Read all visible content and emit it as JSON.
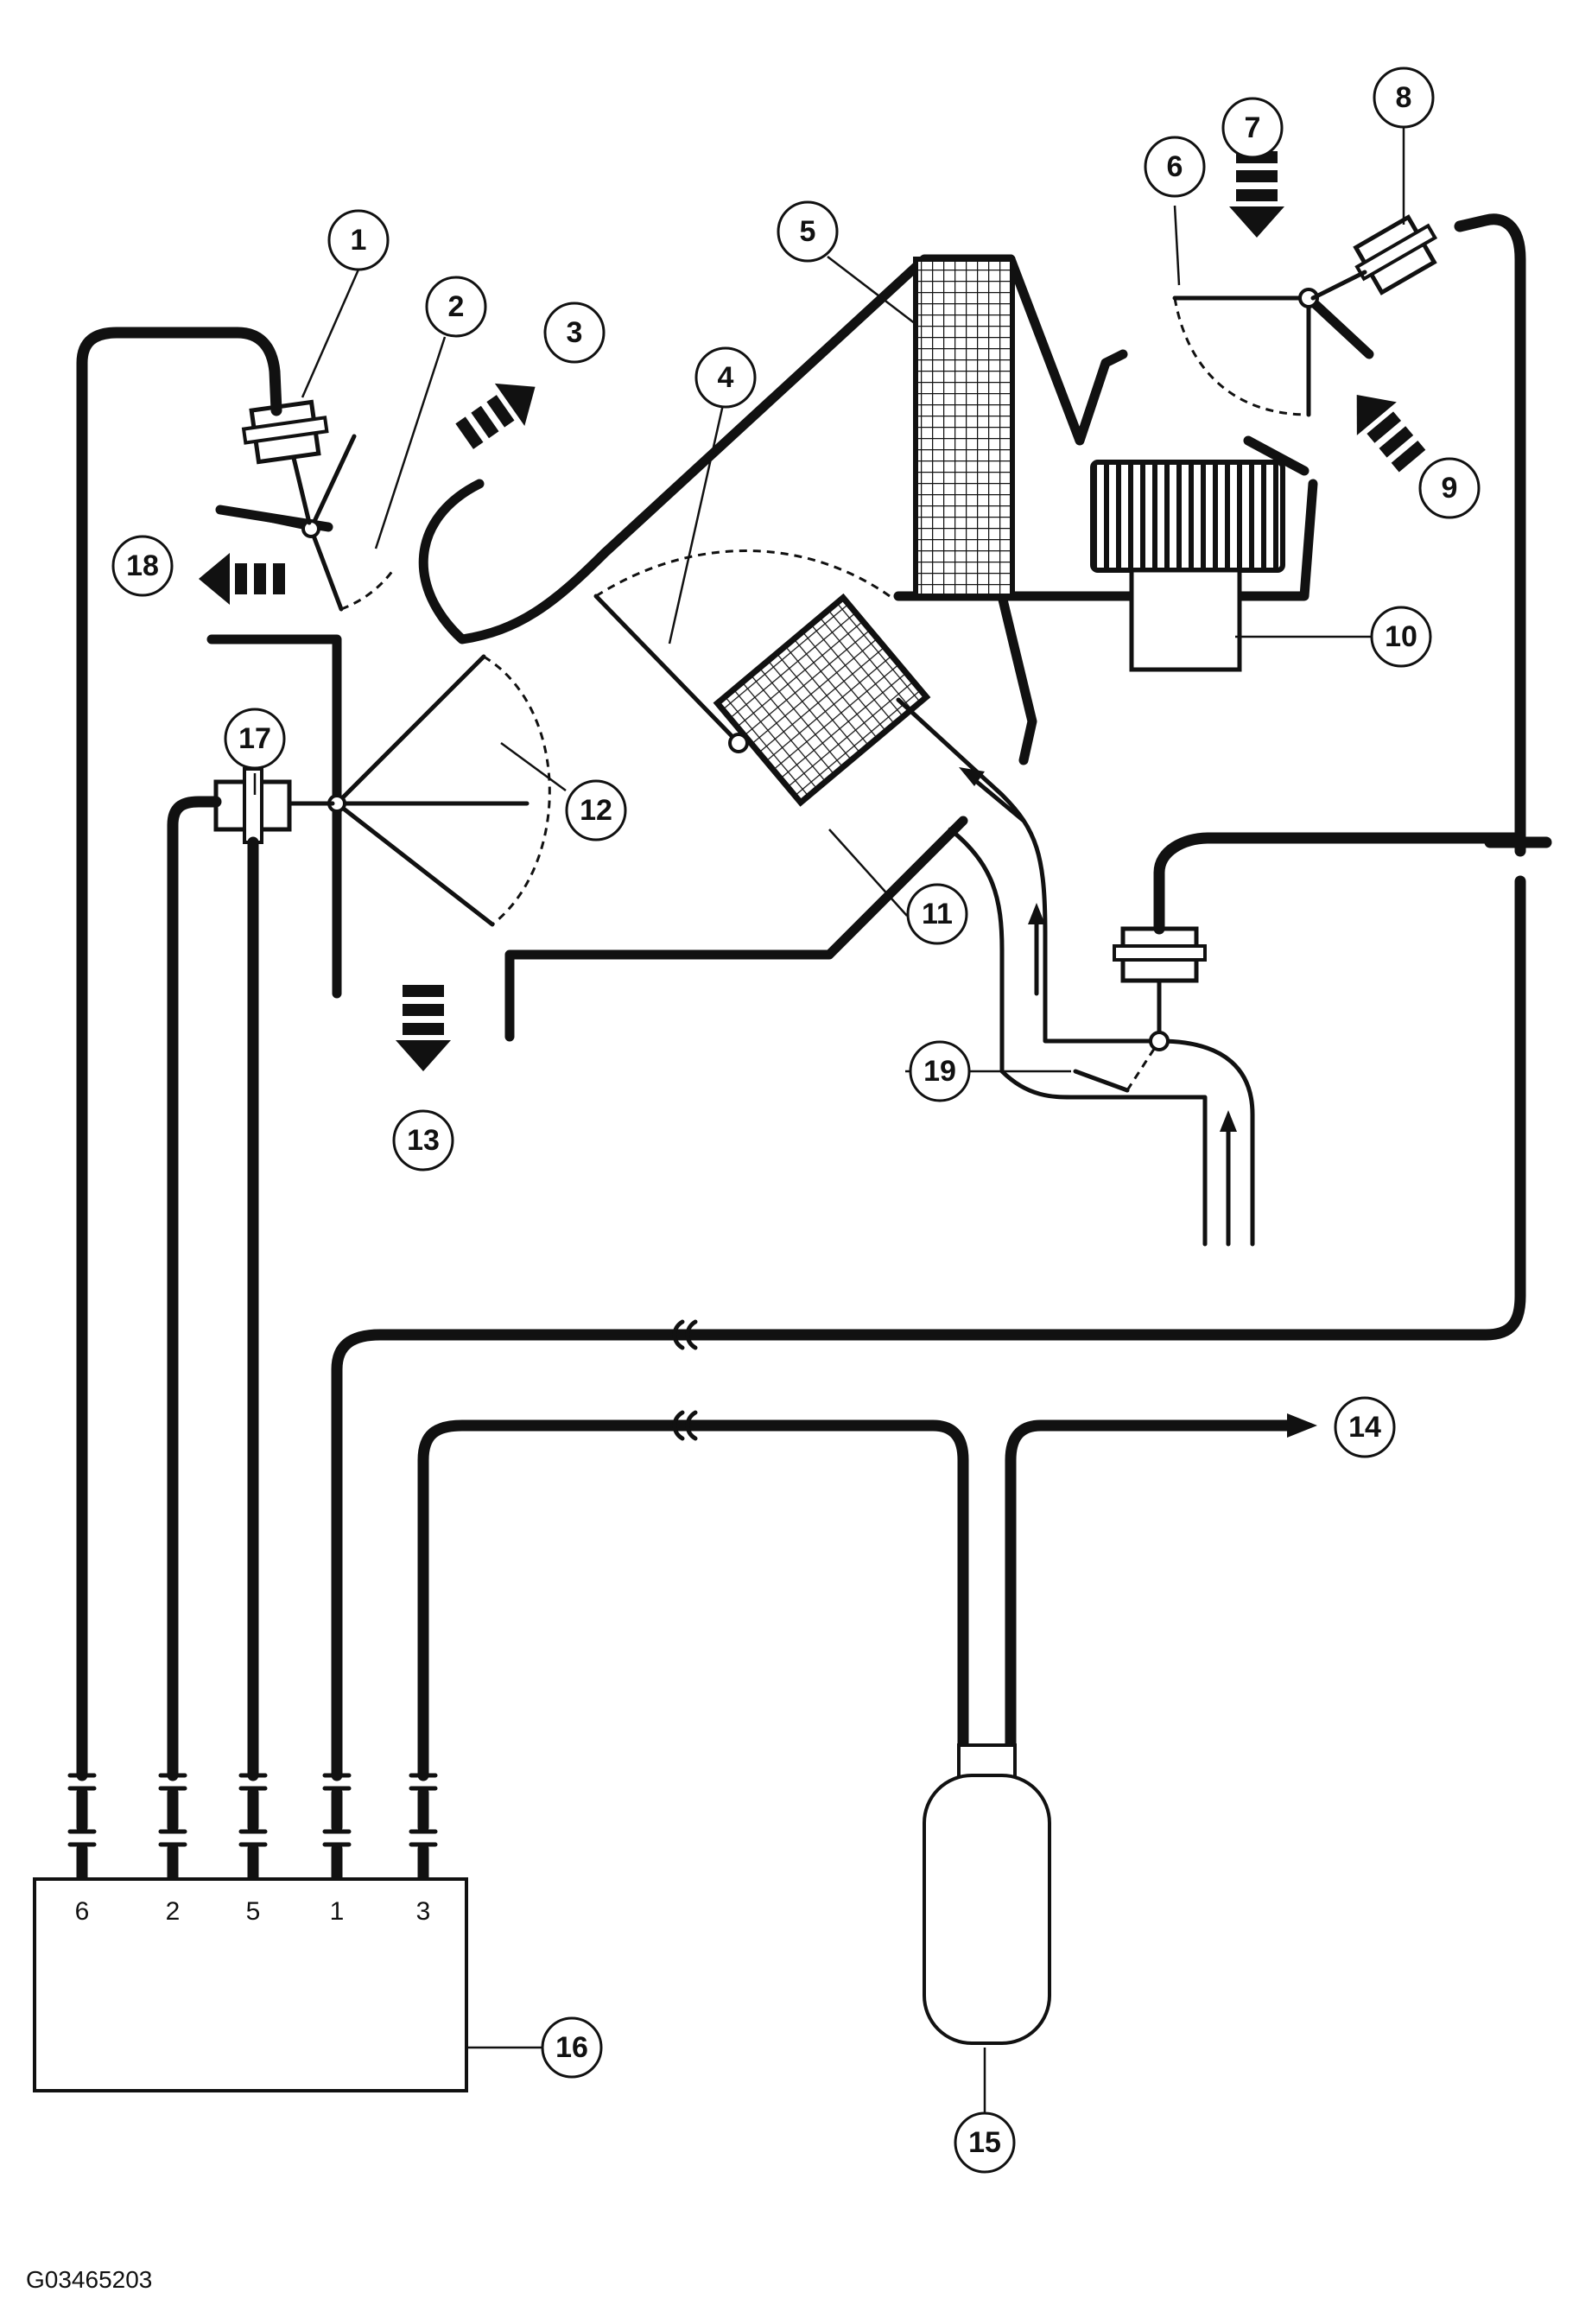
{
  "figure_id": "G03465203",
  "callouts": [
    {
      "id": "c1",
      "label": "1"
    },
    {
      "id": "c2",
      "label": "2"
    },
    {
      "id": "c3",
      "label": "3"
    },
    {
      "id": "c4",
      "label": "4"
    },
    {
      "id": "c5",
      "label": "5"
    },
    {
      "id": "c6",
      "label": "6"
    },
    {
      "id": "c7",
      "label": "7"
    },
    {
      "id": "c8",
      "label": "8"
    },
    {
      "id": "c9",
      "label": "9"
    },
    {
      "id": "c10",
      "label": "10"
    },
    {
      "id": "c11",
      "label": "11"
    },
    {
      "id": "c12",
      "label": "12"
    },
    {
      "id": "c13",
      "label": "13"
    },
    {
      "id": "c14",
      "label": "14"
    },
    {
      "id": "c15",
      "label": "15"
    },
    {
      "id": "c16",
      "label": "16"
    },
    {
      "id": "c17",
      "label": "17"
    },
    {
      "id": "c18",
      "label": "18"
    },
    {
      "id": "c19",
      "label": "19"
    }
  ],
  "control_module_ports": [
    "6",
    "2",
    "5",
    "1",
    "3"
  ]
}
